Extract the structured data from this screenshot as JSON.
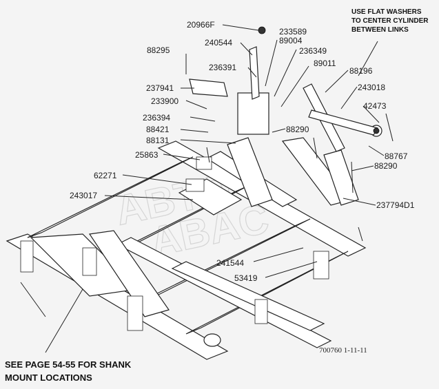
{
  "note_top": [
    "USE FLAT WASHERS",
    "TO CENTER CYLINDER",
    "BETWEEN LINKS"
  ],
  "footer": [
    "SEE PAGE 54-55 FOR SHANK",
    "MOUNT LOCATIONS"
  ],
  "drawing_number": "700760  1-11-11",
  "watermark": [
    "ABTO",
    "ABAC"
  ],
  "labels": {
    "l20966F": "20966F",
    "l233589": "233589",
    "l240544": "240544",
    "l89004": "89004",
    "l88295": "88295",
    "l236349": "236349",
    "l236391": "236391",
    "l89011": "89011",
    "l88196": "88196",
    "l237941": "237941",
    "l243018": "243018",
    "l233900": "233900",
    "l42473": "42473",
    "l236394": "236394",
    "l88421": "88421",
    "l88290a": "88290",
    "l88131": "88131",
    "l88767": "88767",
    "l25863": "25863",
    "l88290b": "88290",
    "l62271": "62271",
    "l243017": "243017",
    "l237794D1": "237794D1",
    "l241544": "241544",
    "l53419": "53419"
  }
}
